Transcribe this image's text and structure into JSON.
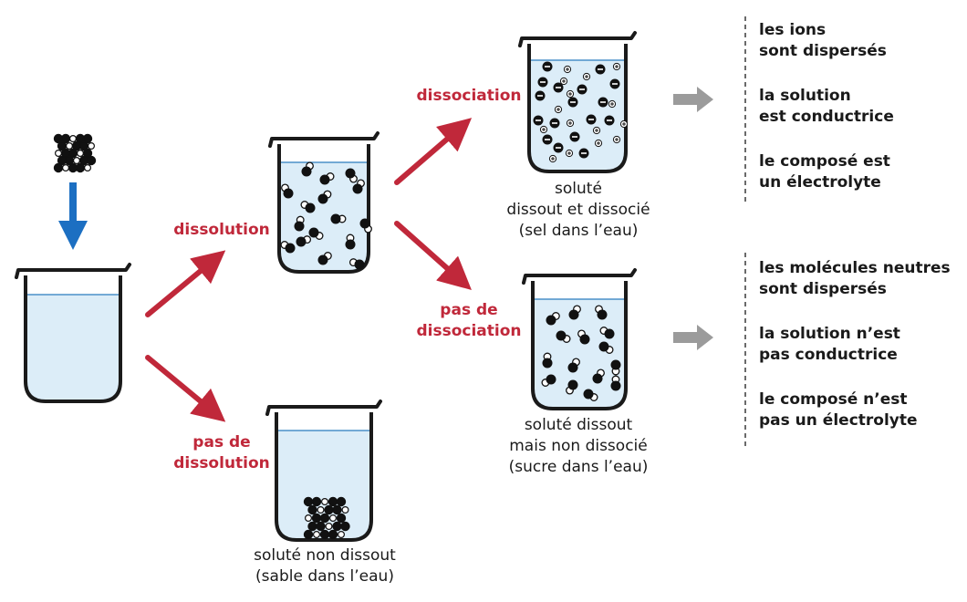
{
  "colors": {
    "beaker_outline": "#1a1a1a",
    "water_fill": "#dcedf8",
    "water_line": "#4a90c8",
    "flow_arrow": "#c0283a",
    "drop_arrow": "#1c6fc2",
    "result_arrow": "#9b9b9b",
    "label_red": "#c0283a",
    "text": "#1a1a1a"
  },
  "labels": {
    "dissolution": "dissolution",
    "no_dissolution": [
      "pas de",
      "dissolution"
    ],
    "dissociation": "dissociation",
    "no_dissociation": [
      "pas de",
      "dissociation"
    ]
  },
  "captions": {
    "dissociated": [
      "soluté",
      "dissout et dissocié",
      "(sel dans l’eau)"
    ],
    "not_dissociated": [
      "soluté dissout",
      "mais non dissocié",
      "(sucre dans l’eau)"
    ],
    "not_dissolved": [
      "soluté non dissout",
      "(sable dans l’eau)"
    ]
  },
  "results": {
    "electrolyte": [
      "les ions",
      "sont dispersés",
      "",
      "la solution",
      "est conductrice",
      "",
      "le composé est",
      "un électrolyte"
    ],
    "non_electrolyte": [
      "les molécules neutres",
      "sont dispersés",
      "",
      "la solution n’est",
      "pas conductrice",
      "",
      "le composé n’est",
      "pas un électrolyte"
    ]
  },
  "ion_signs": {
    "negative": "−",
    "positive": "⊕"
  },
  "icons": [
    "crystal-lattice-icon",
    "down-arrow-icon",
    "beaker-icon",
    "molecule-icon",
    "anion-icon",
    "cation-icon",
    "right-arrow-icon"
  ]
}
